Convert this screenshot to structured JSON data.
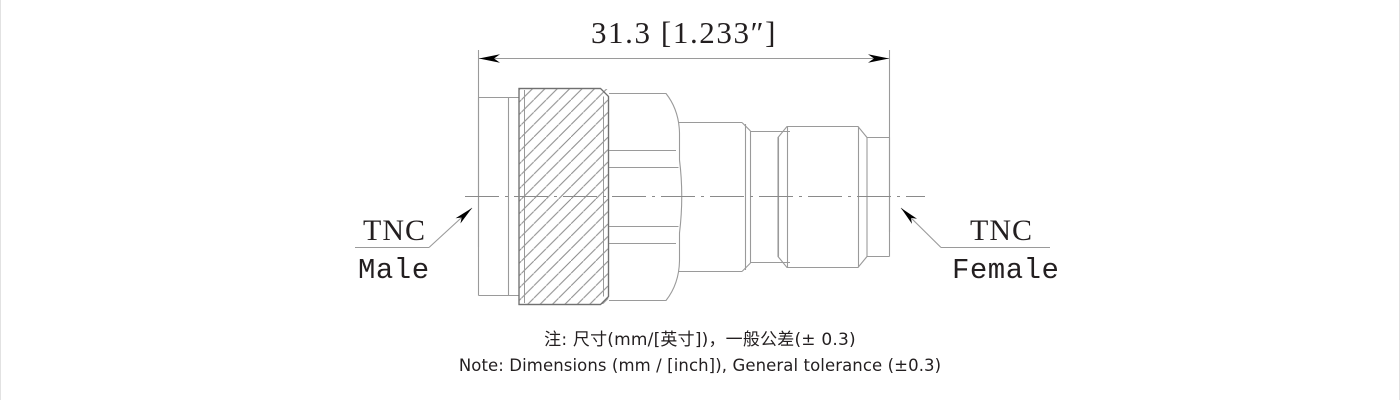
{
  "drawing": {
    "type": "mechanical-dimension-drawing",
    "subject": "TNC Male to TNC Female adapter",
    "dimension": {
      "label": "31.3 [1.233″]",
      "value_mm": 31.3,
      "value_inch": 1.233,
      "unit_primary": "mm",
      "unit_secondary": "inch"
    },
    "callouts": {
      "left": {
        "line1": "TNC",
        "line2": "Male"
      },
      "right": {
        "line1": "TNC",
        "line2": "Female"
      }
    },
    "colors": {
      "line": "#808080",
      "line_dark": "#4d4d4d",
      "arrow": "#000000",
      "text": "#231f20",
      "background": "#ffffff"
    }
  },
  "notes": {
    "chinese": "注: 尺寸(mm/[英寸])，一般公差(± 0.3)",
    "english": "Note: Dimensions (mm / [inch]), General tolerance (±0.3)"
  }
}
